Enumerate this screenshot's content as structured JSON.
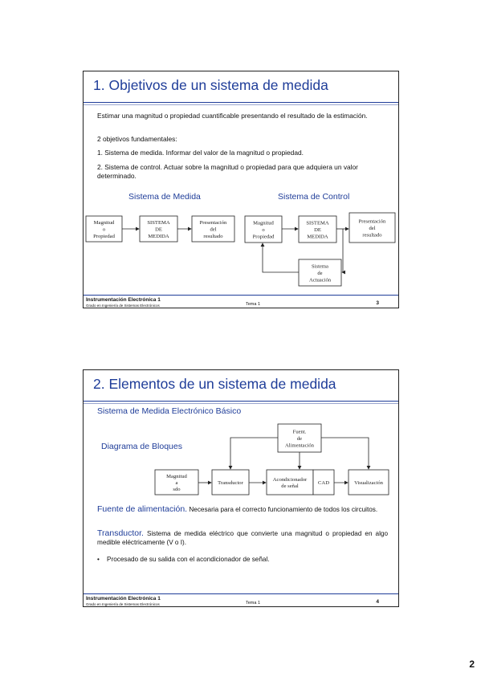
{
  "slides": [
    {
      "title": "1. Objetivos de un sistema de medida",
      "paragraphs": [
        "Estimar una magnitud o propiedad cuantificable presentando el resultado de la estimación.",
        "2 objetivos fundamentales:",
        "1. Sistema de medida. Informar del valor de la magnitud o propiedad.",
        "2. Sistema de control. Actuar sobre la magnitud o propiedad para que adquiera un valor determinado."
      ],
      "diagram_left_label": "Sistema de Medida",
      "diagram_right_label": "Sistema de Control",
      "left_boxes": [
        [
          "Magnitud",
          "o",
          "Propiedad"
        ],
        [
          "SISTEMA",
          "DE",
          "MEDIDA"
        ],
        [
          "Presentación",
          "del",
          "resultado"
        ]
      ],
      "right_boxes": [
        [
          "Magnitud",
          "o",
          "Propiedad"
        ],
        [
          "SISTEMA",
          "DE",
          "MEDIDA"
        ],
        [
          "Presentación",
          "del",
          "resultado"
        ]
      ],
      "actuation_box": [
        "Sistema",
        "de",
        "Actuación"
      ],
      "footer": {
        "course": "Instrumentación Electrónica 1",
        "degree": "Grado en Ingeniería de Sistemas Electrónicos",
        "topic": "Tema 1",
        "page": "3"
      }
    },
    {
      "title": "2. Elementos de un sistema de medida",
      "subtitle": "Sistema de Medida Electrónico Básico",
      "block_diagram_label": "Diagrama de Bloques",
      "power_box": [
        "Fuent.",
        "de",
        "Alimentación"
      ],
      "chain_boxes": [
        [
          "Magnitud",
          "a",
          "sdo"
        ],
        [
          "Transductor"
        ],
        [
          "Acondicionador",
          "de señal"
        ],
        [
          "CAD"
        ],
        [
          "Visualización"
        ]
      ],
      "items": [
        {
          "lead": "Fuente de alimentación.",
          "text": " Necesaria para el correcto funcionamiento de todos los circuitos."
        },
        {
          "lead": "Transductor.",
          "text": " Sistema de medida eléctrico que convierte una magnitud o propiedad en algo medible eléctricamente (V o I)."
        }
      ],
      "bullet": "Procesado de su salida con el acondicionador de señal.",
      "footer": {
        "course": "Instrumentación Electrónica 1",
        "degree": "Grado en Ingeniería de Sistemas Electrónicos",
        "topic": "Tema 1",
        "page": "4"
      }
    }
  ],
  "page_number": "2"
}
